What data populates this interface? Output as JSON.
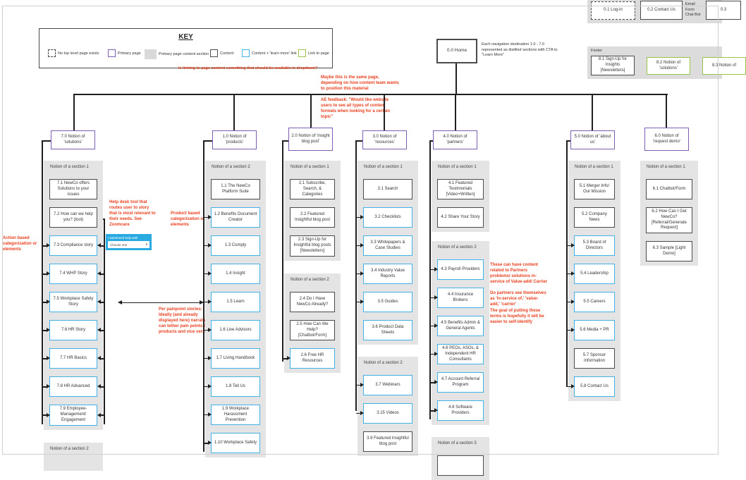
{
  "key": {
    "title": "KEY",
    "items": [
      {
        "swatch": "dashed",
        "label": "No top level page exists"
      },
      {
        "swatch": "purple",
        "label": "Primary page"
      },
      {
        "swatch": "gray",
        "label": "Primary page content section"
      },
      {
        "swatch": "black",
        "label": "Content"
      },
      {
        "swatch": "cyan",
        "label": "Content + 'learn more' link"
      },
      {
        "swatch": "green",
        "label": "Link to page"
      }
    ]
  },
  "top_nav": {
    "login": "0.1 Log-in",
    "contact": "0.2 Contact Us",
    "utility": [
      "Email",
      "Form",
      "Chat Bot"
    ],
    "partial": "0.3"
  },
  "footer": {
    "label": "Footer",
    "items": [
      {
        "label": "8.1 Sign-Up for Insights [Newsletters]",
        "style": "black"
      },
      {
        "label": "8.2 Notion of 'solutions'",
        "style": "green"
      },
      {
        "label": "8.3 Notion of",
        "style": "green"
      }
    ]
  },
  "home": {
    "label": "0.0 Home"
  },
  "widget": {
    "label": "I want/need help with",
    "value": "Choose one",
    "caret": "▾"
  },
  "notes": {
    "home_note": "Each navigation destination 1.0 - 7.0 represented as distilled sections with CTA to \"Learn More\"",
    "dropdown_question": "Is linking to page content something that should be available in dropdown?",
    "same_page": "Maybe this is the same page, depending on how content team wants to position this material",
    "ae_feedback": "AE feedback: \"Would like website users to see all types of content formats when looking for a certain topic\"",
    "action_based": "Action based categorization or elements",
    "help_desk": "Help desk tool that routes user to story that is most relevant to their needs. See Zoomcare",
    "product_based": "Product based categorization or elements",
    "per_painpoint": "Per painpoint stories: Ideally (and already displayed here) narrative can tether pain points to products and vice versa",
    "partners_content": "These can have content related to Partners problems/ solutions in-service of Value-add/ Carrier",
    "partners_self": "Do partners see themselves as 'in-service of,' 'value-add,' 'carrier'",
    "partners_goal": "The goal of putting these terms is hopefully it will be easier to self-identify"
  },
  "colors": {
    "purple": "#7e5db5",
    "blue": "#42b1e5",
    "green": "#97c349",
    "red": "#e8401f",
    "panel_gray": "#e4e4e4"
  },
  "columns": [
    {
      "header": "7.0 Notion of 'solutions'",
      "sections": [
        {
          "label": "Notion of a section 1",
          "items": [
            {
              "label": "7.1 NewCo offers Solutions to your issues",
              "style": "black",
              "arrows": "none"
            },
            {
              "label": "7.2 How can we help you? (tool)",
              "style": "black",
              "arrows": "none"
            },
            {
              "label": "7.3 Compliance story",
              "style": "blue",
              "arrows": "both"
            },
            {
              "label": "7.4 WHP Story",
              "style": "blue",
              "arrows": "both"
            },
            {
              "label": "7.5 Workplace Safety Story",
              "style": "blue",
              "arrows": "both"
            },
            {
              "label": "7.6 HR Story",
              "style": "blue",
              "arrows": "both"
            },
            {
              "label": "7.7 HR Basics",
              "style": "blue",
              "arrows": "both"
            },
            {
              "label": "7.8 HR Advanced",
              "style": "blue",
              "arrows": "both"
            },
            {
              "label": "7.9 Employee-Management/ Engagement",
              "style": "blue",
              "arrows": "both"
            }
          ]
        },
        {
          "label": "Notion of a section 2",
          "items": []
        }
      ]
    },
    {
      "header": "1.0 Notion of 'products'",
      "sections": [
        {
          "label": "Notion of a section 2",
          "items": [
            {
              "label": "1.1 The NewCo Platform Suite",
              "style": "black",
              "arrows": "none"
            },
            {
              "label": "1.2 Benefits Document Creator",
              "style": "blue",
              "arrows": "left"
            },
            {
              "label": "1.3 Comply",
              "style": "blue",
              "arrows": "left"
            },
            {
              "label": "1.4 Insight",
              "style": "blue",
              "arrows": "left"
            },
            {
              "label": "1.5 Learn",
              "style": "blue",
              "arrows": "left"
            },
            {
              "label": "1.6 Live Advisors",
              "style": "blue",
              "arrows": "left"
            },
            {
              "label": "1.7 Living Handbook",
              "style": "blue",
              "arrows": "left"
            },
            {
              "label": "1.8 Tell Us",
              "style": "blue",
              "arrows": "left"
            },
            {
              "label": "1.9 Workplace Harassment Prevention",
              "style": "blue",
              "arrows": "left"
            },
            {
              "label": "1.10 Workplace Safety",
              "style": "blue",
              "arrows": "left"
            }
          ]
        }
      ]
    },
    {
      "header": "2.0  Notion of 'insight blog post'",
      "sections": [
        {
          "label": "Notion of a section 1",
          "items": [
            {
              "label": "2.1 Subscribe, Search, & Categories",
              "style": "black",
              "arrows": "none"
            },
            {
              "label": "2.2 Featured Insightful blog post",
              "style": "black",
              "arrows": "none"
            },
            {
              "label": "2.3 Sign-Up for Insightful blog posts [Newsletters]",
              "style": "black",
              "arrows": "none"
            }
          ]
        },
        {
          "label": "Notion of a section 2",
          "items": [
            {
              "label": "2.4 Do I Have NewCo Already?",
              "style": "black",
              "arrows": "none"
            },
            {
              "label": "2.5 How Can We Help? [Chatbot/Form]",
              "style": "black",
              "arrows": "none"
            },
            {
              "label": "2.6 Free HR Resources",
              "style": "blue",
              "arrows": "left"
            }
          ]
        }
      ]
    },
    {
      "header": "3.0 Notion of 'resources'",
      "sections": [
        {
          "label": "Notion of a section 1",
          "items": [
            {
              "label": "3.1 Search",
              "style": "black",
              "arrows": "none"
            },
            {
              "label": "3.2 Checklists",
              "style": "blue",
              "arrows": "left"
            },
            {
              "label": "3.3 Whitepapers & Case Studies",
              "style": "blue",
              "arrows": "left"
            },
            {
              "label": "3.4 Industry Value Reports",
              "style": "blue",
              "arrows": "left"
            },
            {
              "label": "3.5 Guides",
              "style": "blue",
              "arrows": "left"
            },
            {
              "label": "3.6 Product Data Sheets",
              "style": "blue",
              "arrows": "none"
            }
          ]
        },
        {
          "label": "Notion of a section 2",
          "items": [
            {
              "label": "3.7 Webinars",
              "style": "blue",
              "arrows": "left"
            },
            {
              "label": "3.15 Videos",
              "style": "blue",
              "arrows": "left"
            },
            {
              "label": "3.9 Featured Insightful blog post",
              "style": "black",
              "arrows": "none"
            }
          ]
        }
      ]
    },
    {
      "header": "4.0 Notion of 'partners'",
      "sections": [
        {
          "label": "Notion of a section 1",
          "items": [
            {
              "label": "4.1 Featured Testimonials [Video+Written]",
              "style": "black",
              "arrows": "none"
            },
            {
              "label": "4.2 Share Your Story",
              "style": "black",
              "arrows": "none"
            }
          ]
        },
        {
          "label": "Notion of a section 2",
          "items": [
            {
              "label": "4.3 Payroll Providers",
              "style": "blue",
              "arrows": "left"
            },
            {
              "label": "4.4 Insurance Brokers",
              "style": "blue",
              "arrows": "left"
            },
            {
              "label": "4.5 Benefits Admin & General Agents",
              "style": "blue",
              "arrows": "left"
            },
            {
              "label": "4.6 PEOs, ASOs, & Independent HR Consultants",
              "style": "blue",
              "arrows": "left"
            },
            {
              "label": "4.7 Account Referral Program",
              "style": "blue",
              "arrows": "left"
            },
            {
              "label": "4.8 Software Providers",
              "style": "blue",
              "arrows": "left"
            }
          ]
        },
        {
          "label": "Notion of a section 3",
          "items": [
            {
              "label": "",
              "style": "black",
              "arrows": "none"
            }
          ]
        }
      ]
    },
    {
      "header": "5.0 Notion of 'about us'",
      "sections": [
        {
          "label": "Notion of a section 1",
          "items": [
            {
              "label": "5.1 Merger Info/ Our Mission",
              "style": "black",
              "arrows": "none"
            },
            {
              "label": "5.2 Company News",
              "style": "black",
              "arrows": "none"
            },
            {
              "label": "5.3 Board of Directors",
              "style": "blue",
              "arrows": "left"
            },
            {
              "label": "5.4 Leadership",
              "style": "blue",
              "arrows": "left"
            },
            {
              "label": "5.5 Careers",
              "style": "blue",
              "arrows": "left"
            },
            {
              "label": "5.6 Media + PR",
              "style": "blue",
              "arrows": "left"
            },
            {
              "label": "5.7 Sponsor Information",
              "style": "black",
              "arrows": "none"
            },
            {
              "label": "5.8 Contact Us",
              "style": "blue",
              "arrows": "left"
            }
          ]
        }
      ]
    },
    {
      "header": "6.0 Notion of 'request demo'",
      "sections": [
        {
          "label": "Notion of a section 1",
          "items": [
            {
              "label": "6.1 Chatbot/Form",
              "style": "black",
              "arrows": "none"
            },
            {
              "label": "6.2 How Can I Get NewCo? [Referral/Generate Request]",
              "style": "black",
              "arrows": "none"
            },
            {
              "label": "6.3 Sample [Light Demo]",
              "style": "black",
              "arrows": "none"
            }
          ]
        }
      ]
    }
  ]
}
